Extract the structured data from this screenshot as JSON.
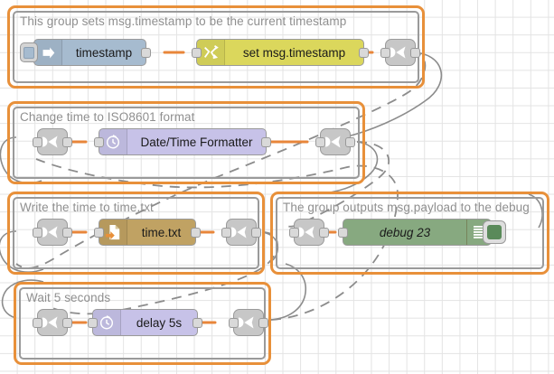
{
  "app": {
    "name": "Node-RED flow editor",
    "canvas_background": "#ffffff",
    "grid_color": "#e3e3e3"
  },
  "colors": {
    "group_selected_outline": "#e8903a",
    "group_border": "#9a9a9a",
    "group_title_text": "#8f8f8f",
    "wire_active": "#e8863a",
    "wire_link_dashed": "#8c8c8c",
    "inject_node": "#a6bbcf",
    "change_node": "#dbd75c",
    "function_time_node": "#c7c2e8",
    "file_node": "#c0a263",
    "debug_node": "#87a980",
    "link_node": "#c7c7c7",
    "port": "#d9d9d9"
  },
  "groups": [
    {
      "id": "group-timestamp",
      "title": "This group sets msg.timestamp to be the current timestamp",
      "selected": true,
      "nodes": [
        {
          "id": "inject-timestamp",
          "type": "inject",
          "label": "timestamp",
          "icon": "inject-arrow-icon",
          "has_button": true
        },
        {
          "id": "change-set-timestamp",
          "type": "change",
          "label": "set msg.timestamp",
          "icon": "change-shuffle-icon"
        },
        {
          "id": "link-out-1",
          "type": "link out",
          "label": "",
          "icon": "link-out-icon"
        }
      ]
    },
    {
      "id": "group-iso8601",
      "title": "Change time to ISO8601 format",
      "selected": true,
      "nodes": [
        {
          "id": "link-in-2",
          "type": "link in",
          "label": "",
          "icon": "link-in-icon"
        },
        {
          "id": "date-time-formatter",
          "type": "date/time formatter",
          "label": "Date/Time Formatter",
          "icon": "clock-icon"
        },
        {
          "id": "link-out-2",
          "type": "link out",
          "label": "",
          "icon": "link-out-icon"
        }
      ]
    },
    {
      "id": "group-writefile",
      "title": "Write the time to time.txt",
      "selected": true,
      "nodes": [
        {
          "id": "link-in-3",
          "type": "link in",
          "label": "",
          "icon": "link-in-icon"
        },
        {
          "id": "file-time-txt",
          "type": "file",
          "label": "time.txt",
          "icon": "file-write-icon"
        },
        {
          "id": "link-out-3",
          "type": "link out",
          "label": "",
          "icon": "link-out-icon"
        }
      ]
    },
    {
      "id": "group-debug",
      "title": "The group outputs msg.payload to the debug",
      "selected": true,
      "nodes": [
        {
          "id": "link-in-4",
          "type": "link in",
          "label": "",
          "icon": "link-in-icon"
        },
        {
          "id": "debug-23",
          "type": "debug",
          "label": "debug 23",
          "icon": "debug-lines-icon",
          "toggle": "debug-enable-toggle"
        }
      ]
    },
    {
      "id": "group-delay",
      "title": "Wait 5 seconds",
      "selected": true,
      "nodes": [
        {
          "id": "link-in-5",
          "type": "link in",
          "label": "",
          "icon": "link-in-icon"
        },
        {
          "id": "delay-5s",
          "type": "delay",
          "label": "delay 5s",
          "icon": "clock-icon"
        },
        {
          "id": "link-out-5",
          "type": "link out",
          "label": "",
          "icon": "link-out-icon"
        }
      ]
    }
  ]
}
